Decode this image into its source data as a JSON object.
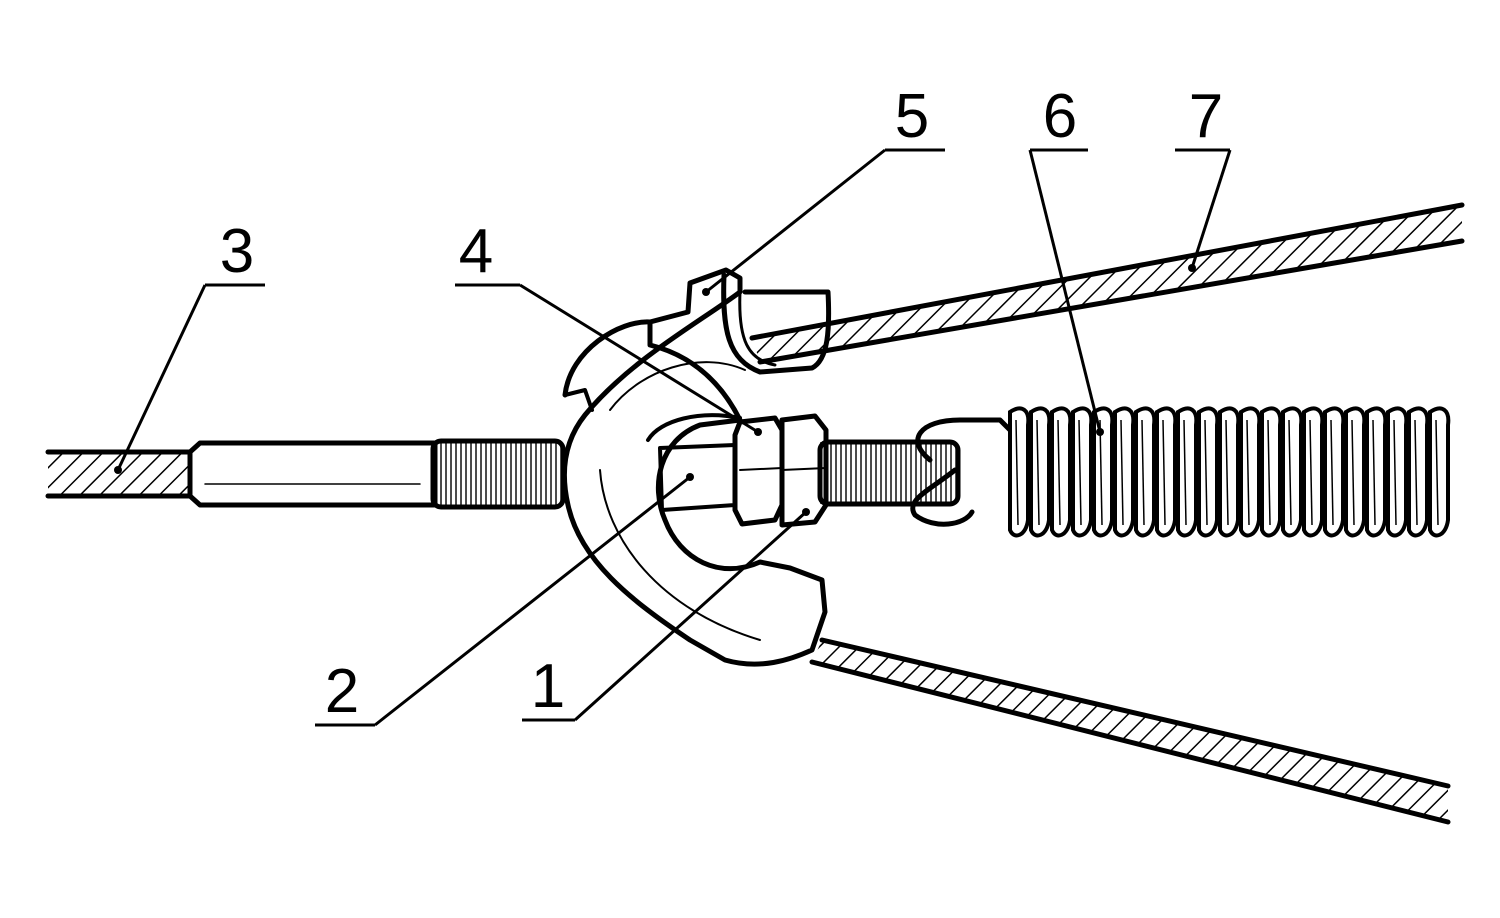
{
  "diagram": {
    "colors": {
      "ink": "#000000",
      "paper": "#ffffff"
    },
    "callouts": [
      {
        "id": "1",
        "text": "1",
        "part": "adjusting-nut"
      },
      {
        "id": "2",
        "text": "2",
        "part": "threaded-rod"
      },
      {
        "id": "3",
        "text": "3",
        "part": "front-cable"
      },
      {
        "id": "4",
        "text": "4",
        "part": "lock-nut"
      },
      {
        "id": "5",
        "text": "5",
        "part": "equalizer-bracket"
      },
      {
        "id": "6",
        "text": "6",
        "part": "return-spring"
      },
      {
        "id": "7",
        "text": "7",
        "part": "rear-cable"
      }
    ]
  }
}
